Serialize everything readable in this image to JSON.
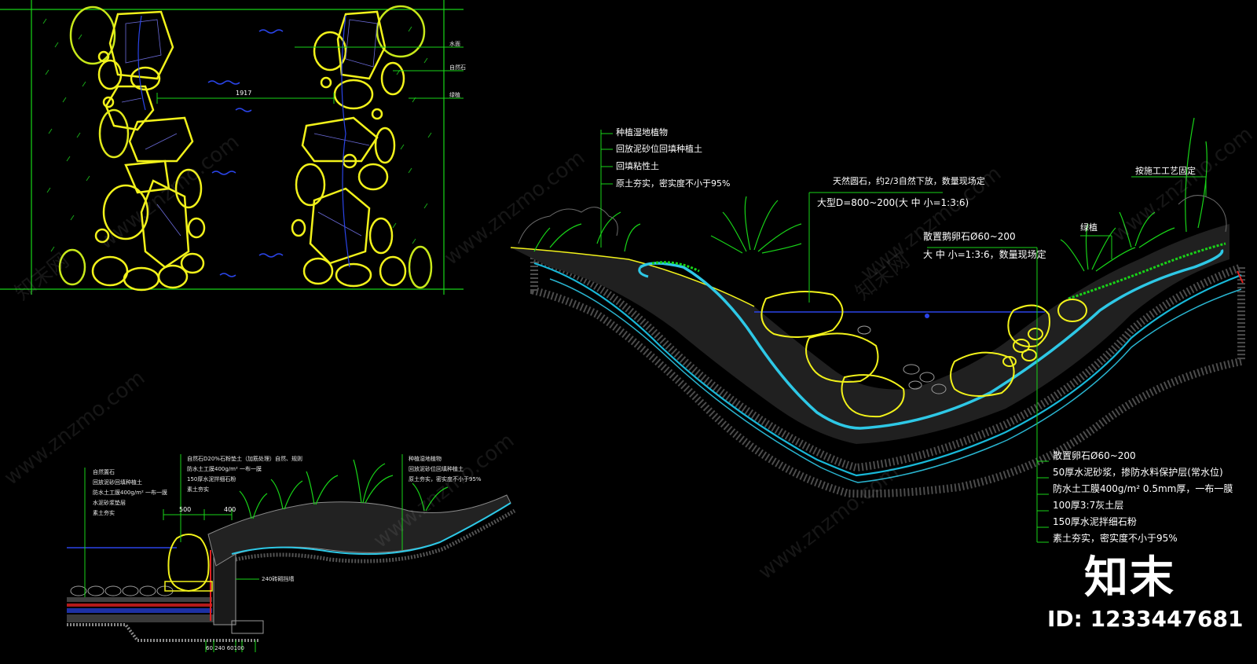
{
  "plan_view": {
    "right_labels": [
      "水面",
      "自然石",
      "绿植"
    ],
    "dimension": "1917"
  },
  "large_section": {
    "left_labels": [
      "种植湿地植物",
      "回放泥砂位回填种植土",
      "回填粘性土",
      "原土夯实，密实度不小于95%"
    ],
    "top_label_1": "天然圆石，约2/3自然下放，数量现场定",
    "top_label_1b": "大型D=800~200(大 中 小=1:3:6)",
    "top_label_2": "散置鹅卵石Ø60~200",
    "top_label_2b": "大 中 小=1:3:6，数量现场定",
    "right_label": "按施工工艺固定",
    "green_label": "绿植",
    "bottom_labels": [
      "散置卵石Ø60~200",
      "50厚水泥砂浆，掺防水料保护层(常水位)",
      "防水土工膜400g/m² 0.5mm厚，一布一膜",
      "100厚3:7灰土层",
      "150厚水泥拌细石粉",
      "素土夯实，密实度不小于95%"
    ]
  },
  "small_section": {
    "left_labels": [
      "自然置石",
      "回放泥砂回填种植土",
      "防水土工膜400g/m² 一布一膜",
      "水泥砂浆垫层",
      "素土夯实"
    ],
    "mid_labels": [
      "自然石D20%石粉垫土（加筋处理）自然、规则",
      "防水土工膜400g/m² 一布一膜",
      "150厚水泥拌细石粉",
      "素土夯实"
    ],
    "right_labels": [
      "种植湿地植物",
      "回放泥砂位回填种植土",
      "原土夯实，密实度不小于95%"
    ],
    "dim_500": "500",
    "dim_400": "400",
    "wall_label": "240砖砌挡墙",
    "bottom_dims": "60 240 60100"
  },
  "watermark": {
    "text": "www.znzmo.com",
    "brand": "知末网"
  },
  "logo": {
    "text": "知末",
    "id": "ID: 1233447681"
  },
  "colors": {
    "green": "#18d418",
    "yellow": "#f2f21a",
    "cyan": "#2ec8e6",
    "blue": "#2a44e8",
    "red": "#e02020"
  }
}
